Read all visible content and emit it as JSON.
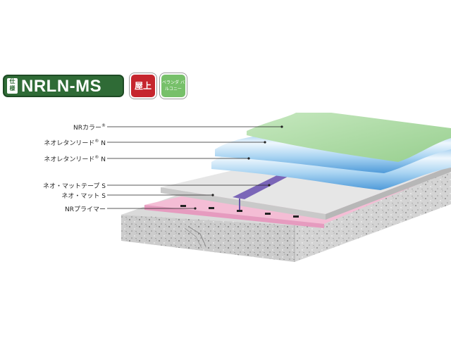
{
  "spec": {
    "prefix": "仕様",
    "code": "NRLN-MS",
    "tags": [
      "屋上",
      "ベランダ バルコニー"
    ]
  },
  "layers": [
    {
      "label": "NRカラー",
      "sup": "®",
      "suffix": ""
    },
    {
      "label": "ネオレタンリード",
      "sup": "®",
      "suffix": " N"
    },
    {
      "label": "ネオレタンリード",
      "sup": "®",
      "suffix": " N"
    },
    {
      "label": "ネオ・マットテープ S",
      "sup": "",
      "suffix": ""
    },
    {
      "label": "ネオ・マット S",
      "sup": "",
      "suffix": ""
    },
    {
      "label": "NRプライマー",
      "sup": "",
      "suffix": ""
    }
  ],
  "colors": {
    "badge": "#2f6b36",
    "roof_tag": "#c6262e",
    "veranda_tag": "#77c06a",
    "topcoat": "#a8d6a2",
    "urethane": "#a7d3f0",
    "mat": "#e2e2e2",
    "tape": "#7b66b8",
    "primer": "#f2b4cf",
    "concrete": "#cfcfcf"
  }
}
